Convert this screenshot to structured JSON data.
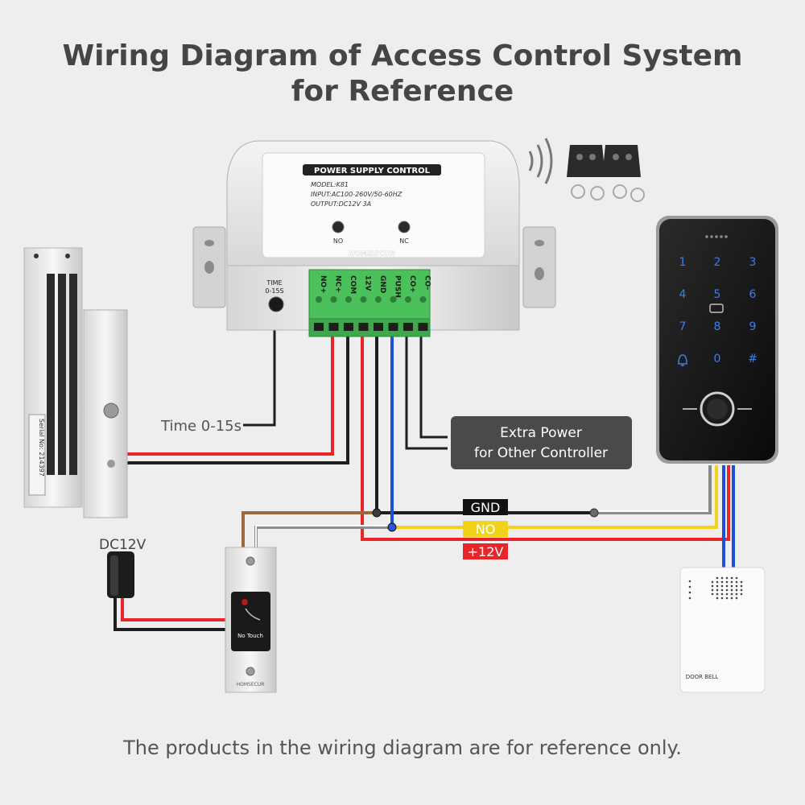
{
  "title": {
    "line1": "Wiring Diagram of Access Control System",
    "line2": "for Reference"
  },
  "footer": "The products in the wiring diagram are for reference only.",
  "power_supply": {
    "header": "POWER SUPPLY CONTROL",
    "model": "MODEL:K81",
    "input": "INPUT:AC100-260V/50-60HZ",
    "output": "OUTPUT:DC12V 3A",
    "led_no": "NO",
    "led_nc": "NC",
    "brand": "HOMSECUR",
    "time_label_1": "TIME",
    "time_label_2": "0-15S",
    "terminals": [
      "NO+",
      "NC+",
      "COM",
      "12V",
      "GND",
      "PUSH",
      "CO+",
      "CO-"
    ]
  },
  "labels": {
    "time": "Time 0-15s",
    "extra_power_1": "Extra Power",
    "extra_power_2": "for Other Controller",
    "dc12v": "DC12V",
    "gnd": "GND",
    "no": "NO",
    "plus12v": "+12V",
    "no_touch": "No Touch",
    "exit_brand": "HOMSECUR",
    "door_bell": "DOOR BELL",
    "maglock_text": "Serial No: 214397"
  },
  "keypad": {
    "keys": [
      "1",
      "2",
      "3",
      "4",
      "5",
      "6",
      "7",
      "8",
      "9",
      "bell",
      "0",
      "#"
    ]
  },
  "colors": {
    "red": "#e8262a",
    "black": "#1e1e1e",
    "blue": "#1f4fd6",
    "yellow": "#f2d21b",
    "brown": "#9a6a3c",
    "white_wire": "#fafafa",
    "terminal_green": "#4cc05a"
  }
}
